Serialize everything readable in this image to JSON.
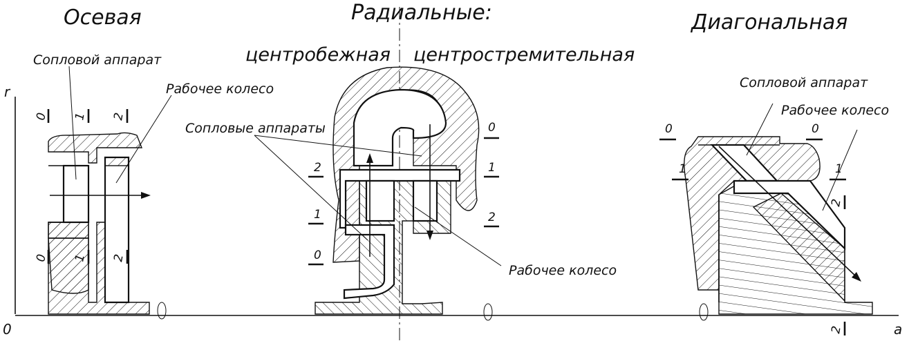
{
  "titles": {
    "axial": "Осевая",
    "radial": "Радиальные:",
    "centrifugal": "центробежная",
    "centripetal": "центростремительная",
    "diagonal": "Диагональная"
  },
  "callouts": {
    "axial_nozzle": "Сопловой аппарат",
    "axial_wheel": "Рабочее колесо",
    "radial_nozzles": "Сопловые аппараты",
    "radial_wheel": "Рабочее колесо",
    "diag_nozzle": "Сопловой аппарат",
    "diag_wheel": "Рабочее колесо"
  },
  "axes": {
    "r": "r",
    "origin": "0",
    "a": "a"
  },
  "section_marks": {
    "zero": "0",
    "one": "1",
    "two": "2"
  }
}
